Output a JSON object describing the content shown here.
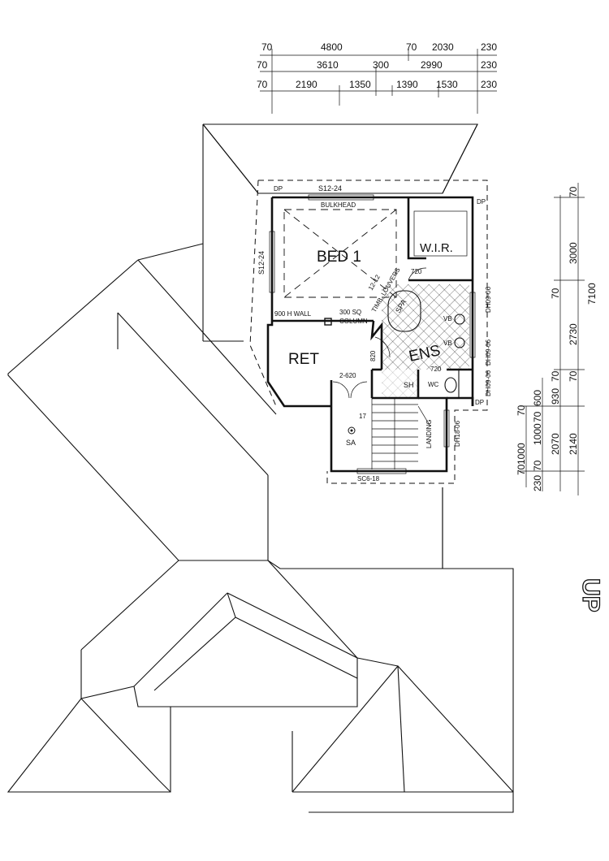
{
  "dimensions_top": {
    "row1": [
      "70",
      "4800",
      "70",
      "2030",
      "230"
    ],
    "row2": [
      "70",
      "3610",
      "300",
      "2990",
      "230"
    ],
    "row3": [
      "70",
      "2190",
      "1350",
      "1390",
      "1530",
      "230"
    ]
  },
  "dimensions_right": {
    "outer_70": "70",
    "total": "7100",
    "d3000": "3000",
    "d70a": "70",
    "d2730": "2730",
    "d70b": "70",
    "d930": "930",
    "d70c": "70",
    "d2140": "2140",
    "d230": "230",
    "inner_70a": "70",
    "d600": "600",
    "inner_70b": "70",
    "d1000a": "1000",
    "d2070": "2070",
    "inner_70c": "70",
    "d1000b": "1000",
    "inner_70d": "70"
  },
  "rooms": {
    "bed1": "BED 1",
    "wir": "W.I.R.",
    "ret": "RET",
    "ens": "ENS",
    "sh": "SH",
    "spa": "SPA",
    "wc": "WC",
    "vb1": "VB",
    "vb2": "VB",
    "landing": "LANDING",
    "sa": "SA"
  },
  "labels": {
    "window_top": "S12-24",
    "window_left": "S12-24",
    "bulkhead": "BULKHEAD",
    "dp_top_left": "DP",
    "dp_top_right": "DP",
    "dp_bottom_right": "DP",
    "wall_900": "900 H WALL",
    "column_300": "300 SQ",
    "column": "COLUMN",
    "louvers": "TIMB. LOUVERS",
    "louver_size": "12-12",
    "door_720a": "720",
    "door_720b": "720",
    "door_820": "820",
    "door_2620": "2-620",
    "dh_ens1": "DH09-06",
    "dh_ens2": "DH09-06",
    "dh_wc": "DH09-06",
    "dh_landing": "DH18-06",
    "window_stair": "SC6-18",
    "stair_count": "17",
    "up": "UP"
  }
}
